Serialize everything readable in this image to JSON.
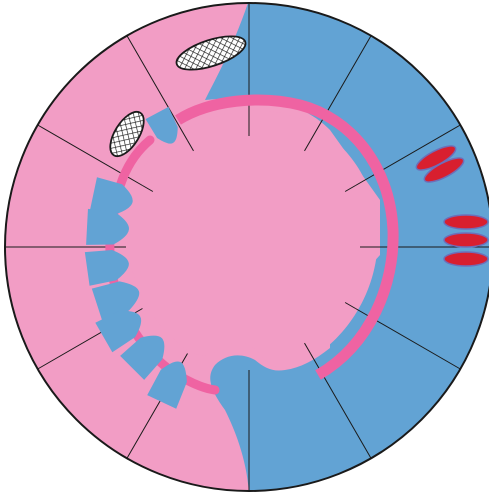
{
  "colors": {
    "background": "#ffffff",
    "pink": "#F29DC5",
    "blue": "#62A3D4",
    "ring": "#EF63A2",
    "red": "#D81F2F",
    "red_outline": "#6E6EB8",
    "outline": "#1a1a1a",
    "tick": "#1a1a1a"
  },
  "regions": [
    {
      "name": "left-pink-region",
      "color_key": "pink"
    },
    {
      "name": "right-blue-region",
      "color_key": "blue"
    }
  ],
  "icons": [
    "hatched-oval-icon",
    "blue-petal-icon",
    "red-oval-icon",
    "pink-ring-icon"
  ]
}
